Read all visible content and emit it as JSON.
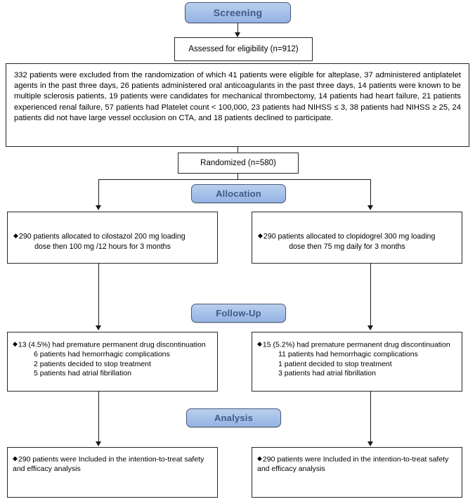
{
  "diagram": {
    "title": "CONSORT participant flow diagram",
    "accent_color": "#a9c3e9",
    "banner_text_color": "#3f5a85",
    "border_color": "#262626",
    "bullet_glyph": "◆"
  },
  "banners": {
    "screening": "Screening",
    "allocation": "Allocation",
    "followup": "Follow-Up",
    "analysis": "Analysis"
  },
  "nodes": {
    "assessed": "Assessed for eligibility (n=912)",
    "excluded": "332 patients were excluded from the randomization of which 41 patients were eligible for alteplase, 37 administered antiplatelet agents in the past three days, 26 patients administered oral anticoagulants in the past three days, 14 patients were known to be multiple sclerosis patients, 19 patients were candidates for mechanical thrombectomy, 14 patients had heart failure, 21 patients experienced renal failure, 57 patients had Platelet count < 100,000, 23 patients had NIHSS ≤ 3, 38 patients had NIHSS ≥ 25, 24 patients did not have large vessel occlusion on CTA, and 18 patients declined to participate.",
    "randomized": "Randomized (n=580)"
  },
  "allocation": {
    "left": {
      "line1": "290 patients allocated to cilostazol 200 mg loading",
      "line2": "dose then 100 mg /12 hours for 3 months"
    },
    "right": {
      "line1": "290 patients allocated to clopidogrel 300 mg loading",
      "line2": "dose then 75 mg daily for 3 months"
    }
  },
  "followup": {
    "left": {
      "heading": "13 (4.5%) had premature permanent drug discontinuation",
      "items": [
        "6 patients had hemorrhagic complications",
        "2 patients decided to stop treatment",
        "5 patients had atrial fibrillation"
      ]
    },
    "right": {
      "heading": "15 (5.2%) had premature permanent drug discontinuation",
      "items": [
        "11 patients had hemorrhagic complications",
        "1 patient decided to stop treatment",
        "3 patients had atrial fibrillation"
      ]
    }
  },
  "analysis": {
    "left": "290 patients were Included in the intention-to-treat safety and efficacy analysis",
    "right": "290 patients were Included in the intention-to-treat safety and efficacy analysis"
  }
}
